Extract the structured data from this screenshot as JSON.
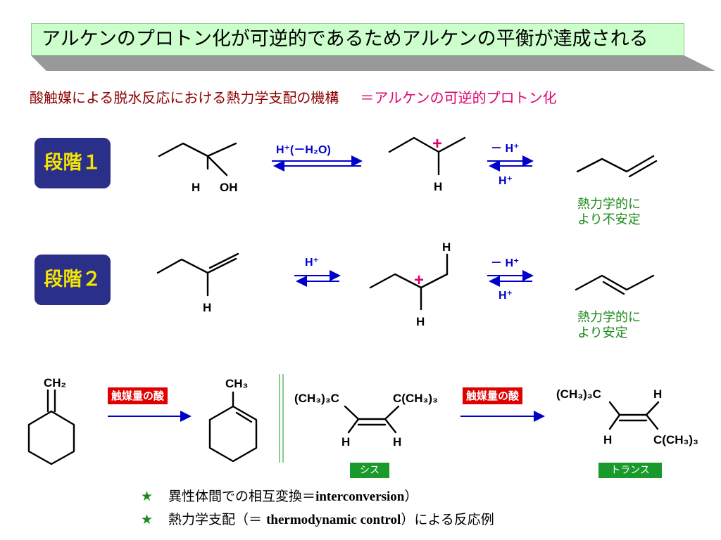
{
  "title": "アルケンのプロトン化が可逆的であるためアルケンの平衡が達成される",
  "subtitle": {
    "main": "酸触媒による脱水反応における熱力学支配の機構",
    "highlight": "＝アルケンの可逆的プロトン化"
  },
  "stages": {
    "stage1": "段階１",
    "stage2": "段階２"
  },
  "reagents": {
    "h_plus_minus_water": "H⁺(－H₂O)",
    "minus_h_plus": "－ H⁺",
    "h_plus": "H⁺"
  },
  "atoms": {
    "H": "H",
    "OH": "OH",
    "CH2": "CH₂",
    "CH3": "CH₃",
    "tBu": "(CH₃)₃C",
    "tBu_right": "C(CH₃)₃",
    "plus": "+"
  },
  "notes": {
    "less_stable_1": "熱力学的に",
    "less_stable_2": "より不安定",
    "more_stable_1": "熱力学的に",
    "more_stable_2": "より安定"
  },
  "tags": {
    "catalytic_acid": "触媒量の酸",
    "cis": "シス",
    "trans": "トランス"
  },
  "bullets": [
    {
      "star": "★",
      "jp": "異性体間での相互変換＝",
      "en": "interconversion",
      "tail": "）"
    },
    {
      "star": "★",
      "jp": "熱力学支配（＝ ",
      "en": "thermodynamic control",
      "tail": "）による反応例"
    }
  ],
  "colors": {
    "title_bg": "#ccffcc",
    "stage_bg": "#2a2f8a",
    "stage_text": "#f5e500",
    "arrow_blue": "#0000cc",
    "cation_plus": "#e0006e",
    "note_green": "#1a8a1a",
    "tag_red": "#e00000",
    "tag_green": "#1a9a2a"
  }
}
